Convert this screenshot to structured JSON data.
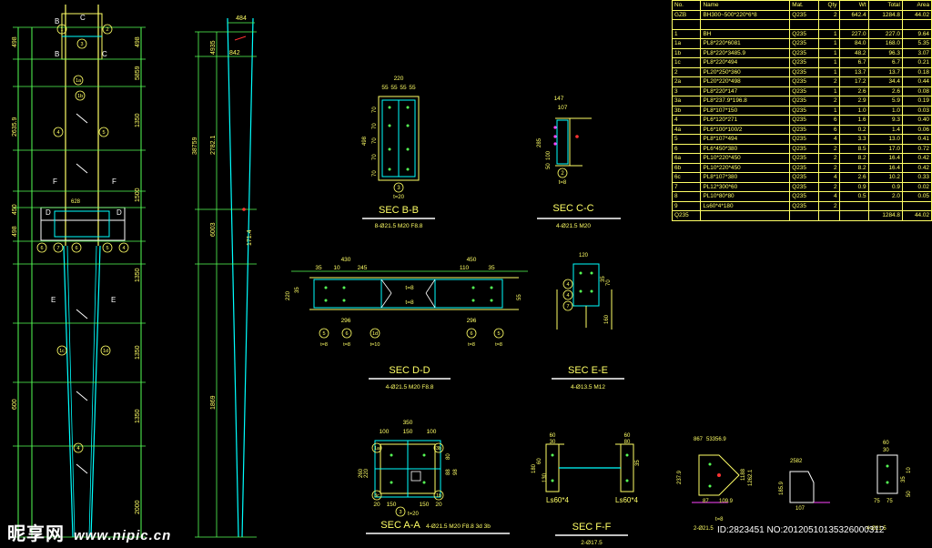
{
  "left_column": {
    "dims_left": [
      "498",
      "2635.9",
      "450",
      "498",
      "600"
    ],
    "dims_right": [
      "498",
      "5859",
      "1350",
      "1500",
      "1350",
      "1350",
      "1350",
      "2000"
    ],
    "labels": [
      "B",
      "C",
      "B",
      "C",
      "F",
      "F",
      "D",
      "D",
      "E",
      "E"
    ],
    "callouts": [
      "1",
      "2",
      "3",
      "1a",
      "1b",
      "4",
      "5",
      "6",
      "7",
      "6",
      "5",
      "4",
      "1c",
      "1d",
      "4"
    ],
    "note": "628"
  },
  "middle_column": {
    "top_dim": "484",
    "dims": [
      "4935",
      "842",
      "38759",
      "2782.1",
      "6003",
      "1869"
    ],
    "side_label": "171.4"
  },
  "sec_bb": {
    "title": "SEC B-B",
    "bolt_note": "8-Ø21.5 M20 F8.8",
    "top_dims": [
      "220",
      "55",
      "55",
      "55",
      "55"
    ],
    "left_dims": [
      "498",
      "70",
      "70",
      "70",
      "70",
      "70"
    ],
    "bottom": "t=20",
    "callout": "3"
  },
  "sec_cc": {
    "title": "SEC C-C",
    "bolt_note": "4-Ø21.5 M20",
    "top_dims": [
      "147",
      "107"
    ],
    "left_dims": [
      "285",
      "100",
      "50"
    ],
    "callout": "2",
    "bottom": "t=8"
  },
  "sec_dd": {
    "title": "SEC D-D",
    "bolt_note": "4-Ø21.5 M20 F8.8",
    "top_dims_left": [
      "430",
      "35",
      "10",
      "245"
    ],
    "top_dims_right": [
      "450",
      "110",
      "35"
    ],
    "bottom_dims": [
      "296",
      "296"
    ],
    "side_dims": [
      "220",
      "35",
      "55"
    ],
    "inner_labels": [
      "t=8",
      "t=8"
    ],
    "callouts": [
      "5",
      "6",
      "1d",
      "6",
      "5"
    ],
    "callout_sub": [
      "t=8",
      "t=8",
      "t=10",
      "t=8",
      "t=8"
    ]
  },
  "sec_ee": {
    "title": "SEC E-E",
    "bolt_note": "4-Ø13.5 M12",
    "dims": [
      "120",
      "70",
      "35",
      "160"
    ],
    "callouts": [
      "4",
      "4",
      "7"
    ]
  },
  "sec_aa": {
    "title": "SEC A-A",
    "bolt_note": "4-Ø21.5 M20 F8.8 3d 3b",
    "note2": "t=20",
    "top_dims": [
      "350",
      "100",
      "150",
      "100"
    ],
    "side_dims": [
      "260",
      "220",
      "80",
      "88",
      "98"
    ],
    "bottom_dims": [
      "20",
      "150",
      "150",
      "20"
    ],
    "callouts": [
      "1a",
      "3b",
      "3c",
      "1b",
      "3"
    ]
  },
  "sec_ff": {
    "title": "SEC F-F",
    "bolt_note": "2-Ø17.5",
    "dims": [
      "60",
      "60",
      "30",
      "80",
      "60",
      "130",
      "35",
      "180"
    ],
    "labels": [
      "Ls60*4",
      "Ls60*4"
    ]
  },
  "detail_plates": {
    "d1_dims": [
      "867",
      "53356.9",
      "237.9",
      "87",
      "1188",
      "1262.1",
      "109.9"
    ],
    "d1_note": "2-Ø21.5",
    "d1_sub": "t=8",
    "d2_dims": [
      "2582",
      "107",
      "185.9"
    ],
    "d3_dims": [
      "60",
      "30",
      "75",
      "75",
      "35",
      "10",
      "50"
    ],
    "d3_note": "4-Ø21.5"
  },
  "bom": {
    "header": [
      "No.",
      "Name",
      "Mat.",
      "Qty",
      "Wt",
      "Total",
      "Area"
    ],
    "rows": [
      [
        "GZB",
        "BH300~500*220*6*8",
        "Q235",
        "2",
        "642.4",
        "1284.8",
        "44.02"
      ],
      [
        "",
        "",
        "",
        "",
        "",
        "",
        ""
      ],
      [
        "1",
        "BH",
        "Q235",
        "1",
        "227.0",
        "227.0",
        "9.64"
      ],
      [
        "1a",
        "PL8*220*6081",
        "Q235",
        "1",
        "84.0",
        "168.0",
        "5.35"
      ],
      [
        "1b",
        "PL8*220*3485.9",
        "Q235",
        "1",
        "48.2",
        "96.3",
        "3.07"
      ],
      [
        "1c",
        "PL8*220*494",
        "Q235",
        "1",
        "6.7",
        "6.7",
        "0.21"
      ],
      [
        "2",
        "PL20*250*360",
        "Q235",
        "1",
        "13.7",
        "13.7",
        "0.18"
      ],
      [
        "2a",
        "PL20*220*498",
        "Q235",
        "2",
        "17.2",
        "34.4",
        "0.44"
      ],
      [
        "3",
        "PL8*220*147",
        "Q235",
        "1",
        "2.6",
        "2.6",
        "0.08"
      ],
      [
        "3a",
        "PL8*237.9*196.8",
        "Q235",
        "2",
        "2.9",
        "5.9",
        "0.19"
      ],
      [
        "3b",
        "PL8*107*150",
        "Q235",
        "1",
        "1.0",
        "1.0",
        "0.03"
      ],
      [
        "4",
        "PL6*120*271",
        "Q235",
        "6",
        "1.6",
        "9.3",
        "0.40"
      ],
      [
        "4a",
        "PL6*100*100/2",
        "Q235",
        "6",
        "0.2",
        "1.4",
        "0.06"
      ],
      [
        "5",
        "PL8*107*494",
        "Q235",
        "4",
        "3.3",
        "13.0",
        "0.41"
      ],
      [
        "6",
        "PL6*450*380",
        "Q235",
        "2",
        "8.5",
        "17.0",
        "0.72"
      ],
      [
        "6a",
        "PL10*220*450",
        "Q235",
        "2",
        "8.2",
        "16.4",
        "0.42"
      ],
      [
        "6b",
        "PL10*220*450",
        "Q235",
        "2",
        "8.2",
        "16.4",
        "0.42"
      ],
      [
        "6c",
        "PL8*107*380",
        "Q235",
        "4",
        "2.6",
        "10.2",
        "0.33"
      ],
      [
        "7",
        "PL12*300*60",
        "Q235",
        "2",
        "0.9",
        "0.9",
        "0.02"
      ],
      [
        "8",
        "PL10*80*80",
        "Q235",
        "4",
        "0.5",
        "2.0",
        "0.05"
      ],
      [
        "9",
        "Ls60*4*180",
        "Q235",
        "2",
        "",
        "",
        ""
      ],
      [
        "Q235",
        "",
        "",
        "",
        "",
        "1284.8",
        "44.02"
      ]
    ]
  },
  "watermark": {
    "brand": "昵享网",
    "url": "www.nipic.cn",
    "id": "ID:2823451 NO:20120510135326000312"
  }
}
